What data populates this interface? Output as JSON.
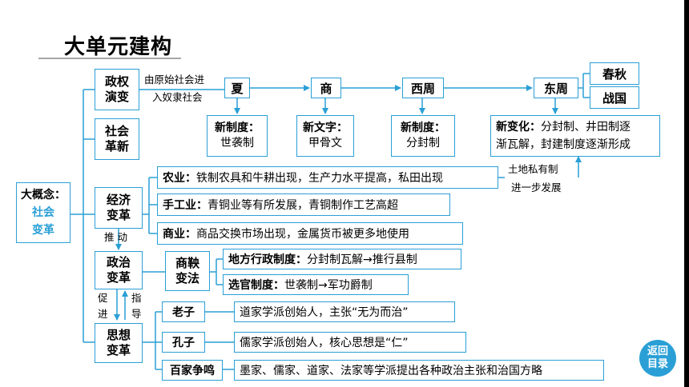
{
  "title": "大单元建构",
  "concept": {
    "label": "大概念：",
    "line1": "社会",
    "line2": "变革"
  },
  "politics_rev": {
    "line1": "政权",
    "line2": "演变",
    "note1": "由原始社会进",
    "note2": "入奴隶社会"
  },
  "dynasties": [
    "夏",
    "商",
    "西周",
    "东周"
  ],
  "eastern_zhou_sub": [
    "春秋",
    "战国"
  ],
  "social": {
    "line1": "社会",
    "line2": "革新",
    "xia": {
      "head": "新制度：",
      "body": "世袭制"
    },
    "shang": {
      "head": "新文字：",
      "body": "甲骨文"
    },
    "xizhou": {
      "head": "新制度：",
      "body": "分封制"
    },
    "dongzhou": {
      "head": "新变化：",
      "body1": "分封制、井田制逐",
      "body2": "渐瓦解，封建制度逐渐形成"
    }
  },
  "economy": {
    "line1": "经济",
    "line2": "变革",
    "items": [
      {
        "head": "农业：",
        "text": "铁制农具和牛耕出现，生产力水平提高，私田出现"
      },
      {
        "head": "手工业：",
        "text": "青铜业等有所发展，青铜制作工艺高超"
      },
      {
        "head": "商业：",
        "text": "商品交换市场出现，金属货币被更多地使用"
      }
    ],
    "side_note1": "土地私有制",
    "side_note2": "进一步发展"
  },
  "drive_label": "推 动",
  "politics": {
    "line1": "政治",
    "line2": "变革",
    "reform": {
      "line1": "商鞅",
      "line2": "变法"
    },
    "items": [
      {
        "head": "地方行政制度：",
        "text": "分封制瓦解→推行县制"
      },
      {
        "head": "选官制度：",
        "text": "世袭制→军功爵制"
      }
    ]
  },
  "promote_label": {
    "a": "促",
    "b": "进"
  },
  "guide_label": {
    "a": "指",
    "b": "导"
  },
  "thought": {
    "line1": "思想",
    "line2": "变革",
    "items": [
      {
        "name": "老子",
        "text": "道家学派创始人，主张“无为而治”"
      },
      {
        "name": "孔子",
        "text": "儒家学派创始人，核心思想是“仁”"
      },
      {
        "name": "百家争鸣",
        "text": "墨家、儒家、道家、法家等学派提出各种政治主张和治国方略"
      }
    ]
  },
  "back_button": {
    "line1": "返回",
    "line2": "目录"
  },
  "colors": {
    "accent": "#2a9fd6",
    "text": "#000000"
  }
}
